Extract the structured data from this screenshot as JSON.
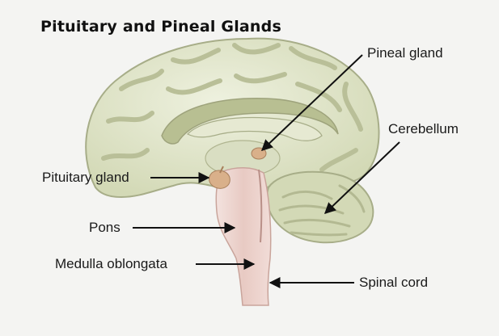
{
  "title": "Pituitary and Pineal Glands",
  "labels": {
    "pineal_gland": "Pineal gland",
    "cerebellum": "Cerebellum",
    "pituitary_gland": "Pituitary gland",
    "pons": "Pons",
    "medulla_oblongata": "Medulla oblongata",
    "spinal_cord": "Spinal cord"
  },
  "colors": {
    "background": "#f4f4f2",
    "brain_fill": "#dfe4c8",
    "brain_outline": "#a7ad88",
    "corpus_callosum": "#b8bf92",
    "brainstem": "#ead3cd",
    "gland": "#d9b08a",
    "leader_line": "#111111"
  }
}
